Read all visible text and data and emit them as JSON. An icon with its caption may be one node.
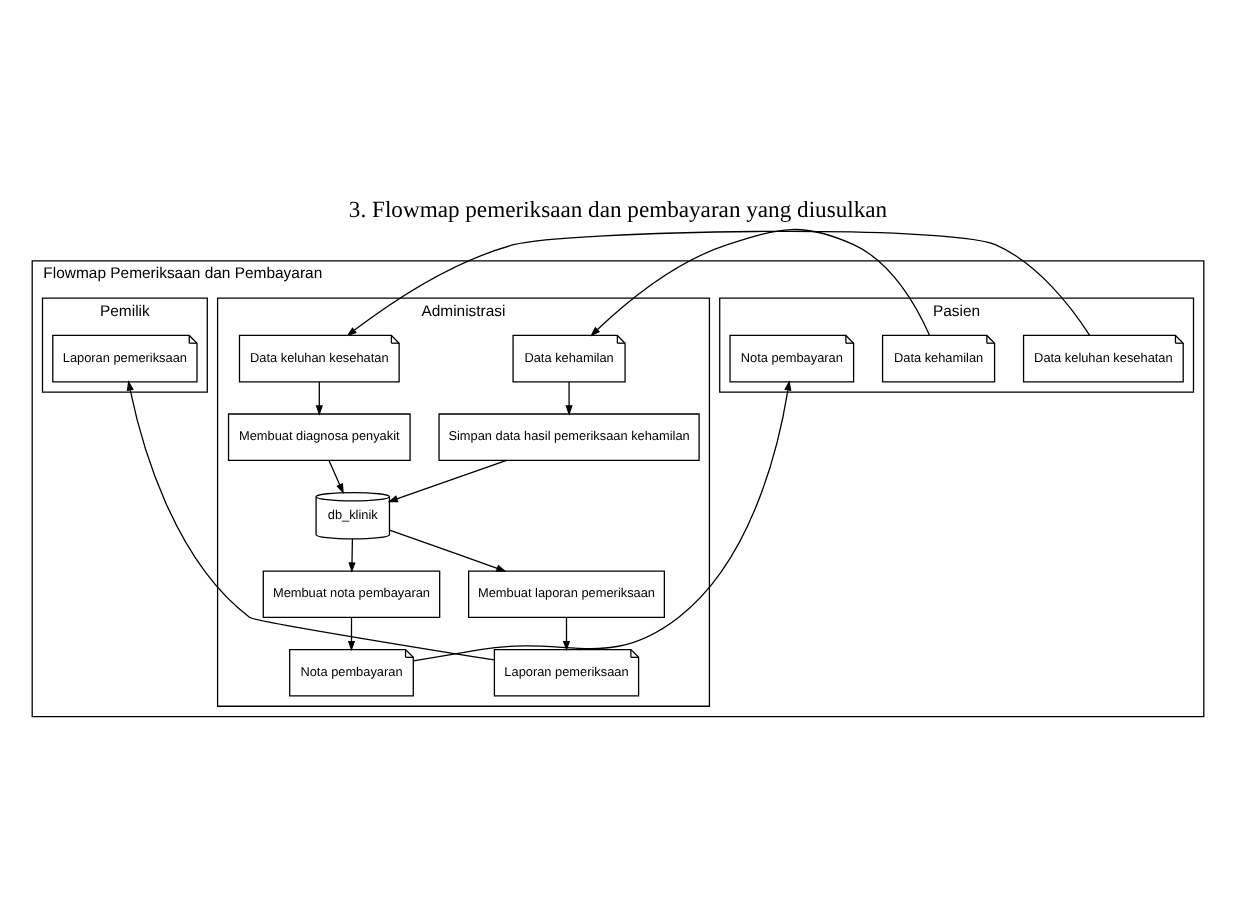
{
  "diagram": {
    "title": "3. Flowmap pemeriksaan dan pembayaran yang diusulkan",
    "nodes": [
      {
        "text": [
          "Flowmap Pemeriksaan dan Pembayaran"
        ]
      },
      {
        "text": [
          "Pasien"
        ],
        "in": 0
      },
      {
        "text": [
          "Administrasi"
        ],
        "in": 0
      },
      {
        "text": [
          "Pemilik"
        ],
        "in": 0
      },
      {
        "text": [
          "Data keluhan kesehatan"
        ],
        "in": 1
      },
      {
        "text": [
          "Data kehamilan"
        ],
        "in": 1
      },
      {
        "text": [
          "Data kehamilan"
        ],
        "in": 2
      },
      {
        "text": [
          "Data keluhan kesehatan"
        ],
        "in": 2
      },
      {
        "text": [
          "Simpan data hasil pemeriksaan kehamilan"
        ],
        "in": 2
      },
      {
        "text": [
          "Membuat diagnosa penyakit"
        ],
        "in": 2
      },
      {
        "text": [
          "db_klinik"
        ],
        "in": 2
      },
      {
        "text": [
          "Membuat nota pembayaran"
        ],
        "in": 2
      },
      {
        "text": [
          "Membuat laporan pemeriksaan"
        ],
        "in": 2
      },
      {
        "text": [
          "Nota pembayaran"
        ],
        "in": 2
      },
      {
        "text": [
          "Laporan pemeriksaan"
        ],
        "in": 2
      },
      {
        "text": [
          "Nota pembayaran"
        ],
        "in": 1
      },
      {
        "text": [
          "Laporan pemeriksaan"
        ],
        "in": 3
      }
    ],
    "edges": [
      {
        "from": 5,
        "to": 6,
        "arrow": "to"
      },
      {
        "from": 4,
        "to": 7,
        "arrow": "to"
      },
      {
        "from": 6,
        "to": 8,
        "arrow": "to"
      },
      {
        "from": 7,
        "to": 9,
        "arrow": "to"
      },
      {
        "from": 8,
        "to": 10,
        "arrow": "to"
      },
      {
        "from": 9,
        "to": 10,
        "arrow": "to"
      },
      {
        "from": 10,
        "to": 11,
        "arrow": "to"
      },
      {
        "from": 10,
        "to": 12,
        "arrow": "to"
      },
      {
        "from": 11,
        "to": 13,
        "arrow": "to"
      },
      {
        "from": 12,
        "to": 14,
        "arrow": "to"
      },
      {
        "from": 13,
        "to": 15,
        "arrow": "to"
      },
      {
        "from": 14,
        "to": 16,
        "arrow": "to"
      }
    ]
  }
}
